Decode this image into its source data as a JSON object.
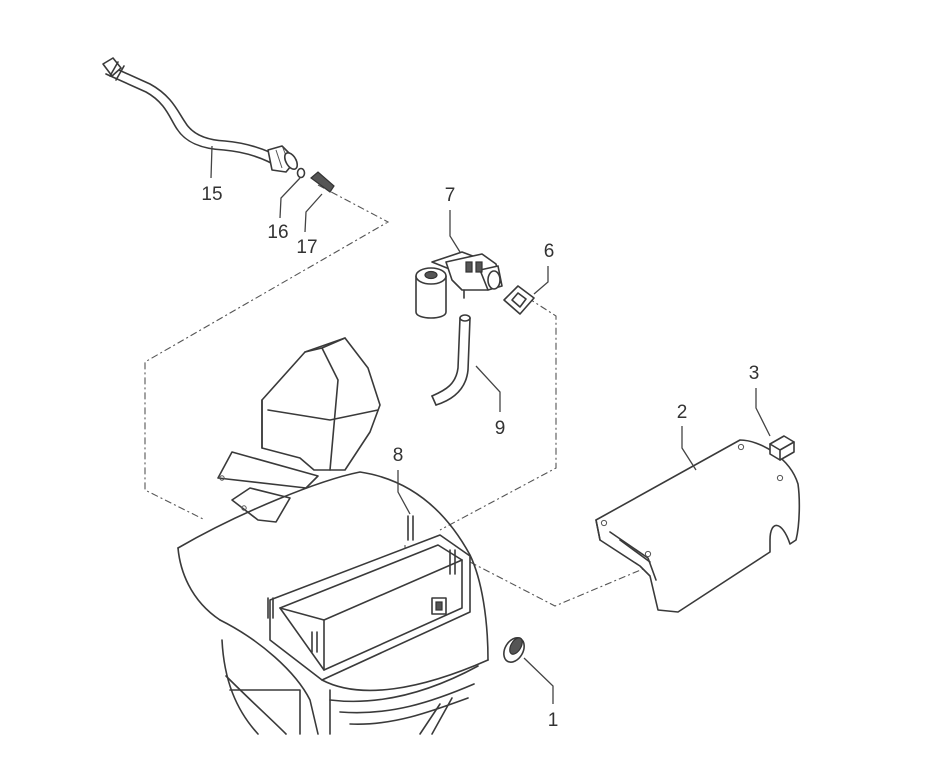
{
  "callouts": [
    {
      "id": "c1",
      "label": "1"
    },
    {
      "id": "c2",
      "label": "2"
    },
    {
      "id": "c3",
      "label": "3"
    },
    {
      "id": "c6",
      "label": "6"
    },
    {
      "id": "c7",
      "label": "7"
    },
    {
      "id": "c8",
      "label": "8"
    },
    {
      "id": "c9",
      "label": "9"
    },
    {
      "id": "c15",
      "label": "15"
    },
    {
      "id": "c16",
      "label": "16"
    },
    {
      "id": "c17",
      "label": "17"
    }
  ],
  "colors": {
    "line": "#3a3a3a",
    "background": "#ffffff"
  }
}
